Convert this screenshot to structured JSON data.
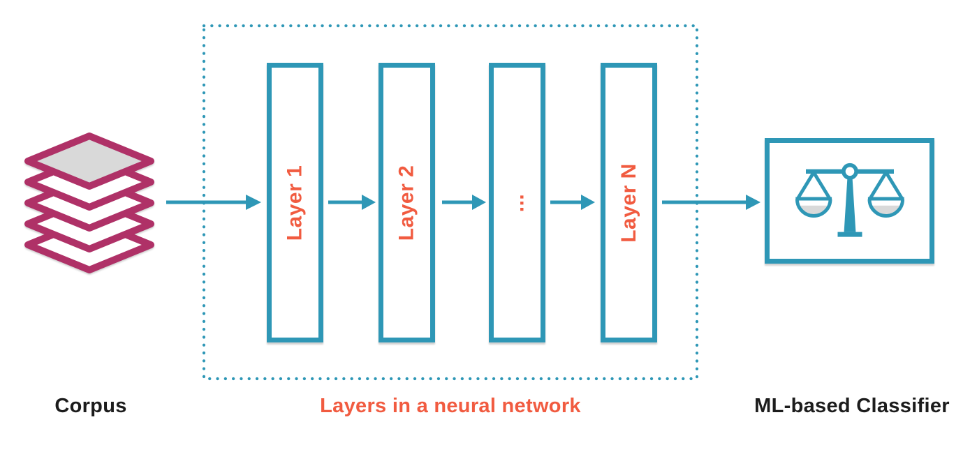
{
  "corpus": {
    "label": "Corpus",
    "icon": "stacked-corpus-icon"
  },
  "network": {
    "caption": "Layers in a neural network",
    "layers": [
      {
        "label": "Layer 1"
      },
      {
        "label": "Layer 2"
      },
      {
        "label": "..."
      },
      {
        "label": "Layer N"
      }
    ]
  },
  "classifier": {
    "label": "ML-based Classifier",
    "icon": "balance-scale-icon"
  },
  "colors": {
    "teal": "#2e97b6",
    "orange": "#f15b40",
    "magenta": "#af3167",
    "gray": "#d9d9d9",
    "ink": "#1c1c1c",
    "background": "#ffffff"
  }
}
